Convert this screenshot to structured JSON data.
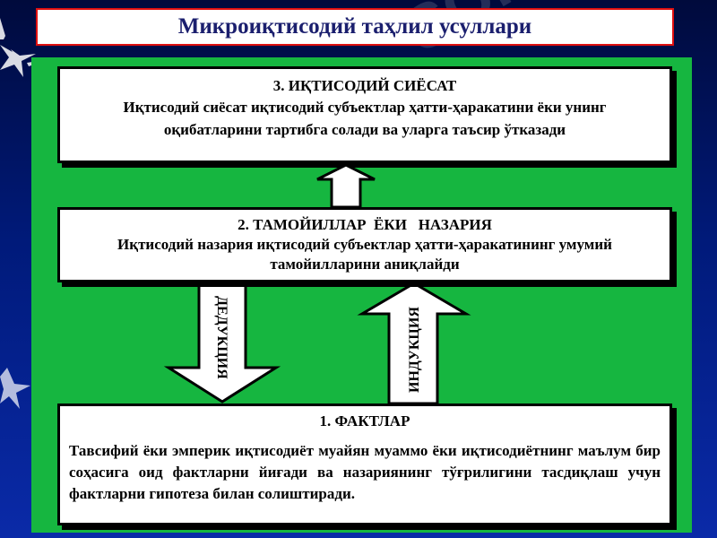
{
  "title": "Микроиқтисодий таҳлил усуллари",
  "watermark": "SOFT",
  "boxes": {
    "policy": {
      "heading": "3. ИҚТИСОДИЙ СИЁСАТ",
      "line1": "Иқтисодий сиёсат иқтисодий субъектлар ҳатти-ҳаракатини ёки унинг",
      "line2": "оқибатларини тартибга солади ва уларга таъсир ўтказади"
    },
    "theory": {
      "heading": "2. ТАМОЙИЛЛАР  ЁКИ   НАЗАРИЯ",
      "line1": "Иқтисодий назария иқтисодий субъектлар ҳатти-ҳаракатининг умумий",
      "line2": "тамойилларини аниқлайди"
    },
    "facts": {
      "heading": "1. ФАКТЛАР",
      "body": "Тавсифий ёки эмперик иқтисодиёт муайян муаммо ёки иқтисодиётнинг маълум бир соҳасига оид фактларни йиғади ва назариянинг тўғрилигини тасдиқлаш учун  фактларни гипотеза билан солиштиради."
    }
  },
  "arrows": {
    "deduction": "ДЕДУКЦИЯ",
    "induction": "ИНДУКЦИЯ"
  },
  "colors": {
    "background_dark": "#000a3c",
    "background_light": "#0a2aa8",
    "panel_green": "#16b640",
    "title_text": "#1b1f6e",
    "title_border": "#e01010"
  }
}
